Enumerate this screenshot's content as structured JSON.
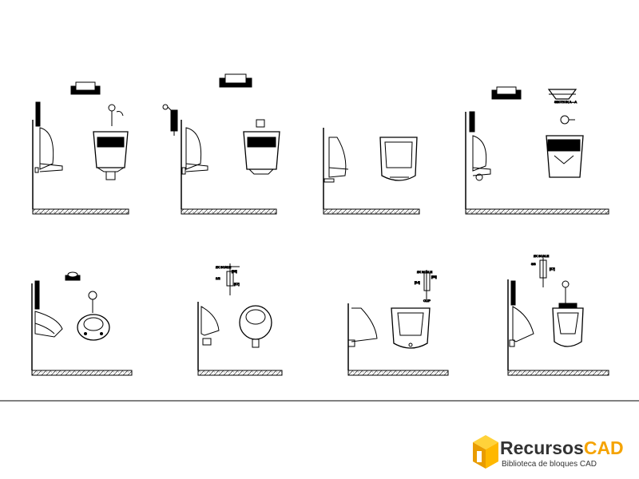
{
  "drawing": {
    "title": "",
    "annotations": {
      "section": "SECTION A—A",
      "scale": "2X SCALE",
      "dim_a": "[38]",
      "dim_b": "[17]",
      "dim_c": "[56]",
      "dim_d": "[14]",
      "frac_a": "1/2",
      "frac_b": "3/8",
      "clip_label": "CLIP"
    }
  },
  "watermark": {
    "brand_prefix": "Recursos",
    "brand_suffix": "CAD",
    "tagline": "Biblioteca de bloques CAD",
    "colors": {
      "accent": "#f5a300",
      "text": "#333333"
    }
  }
}
